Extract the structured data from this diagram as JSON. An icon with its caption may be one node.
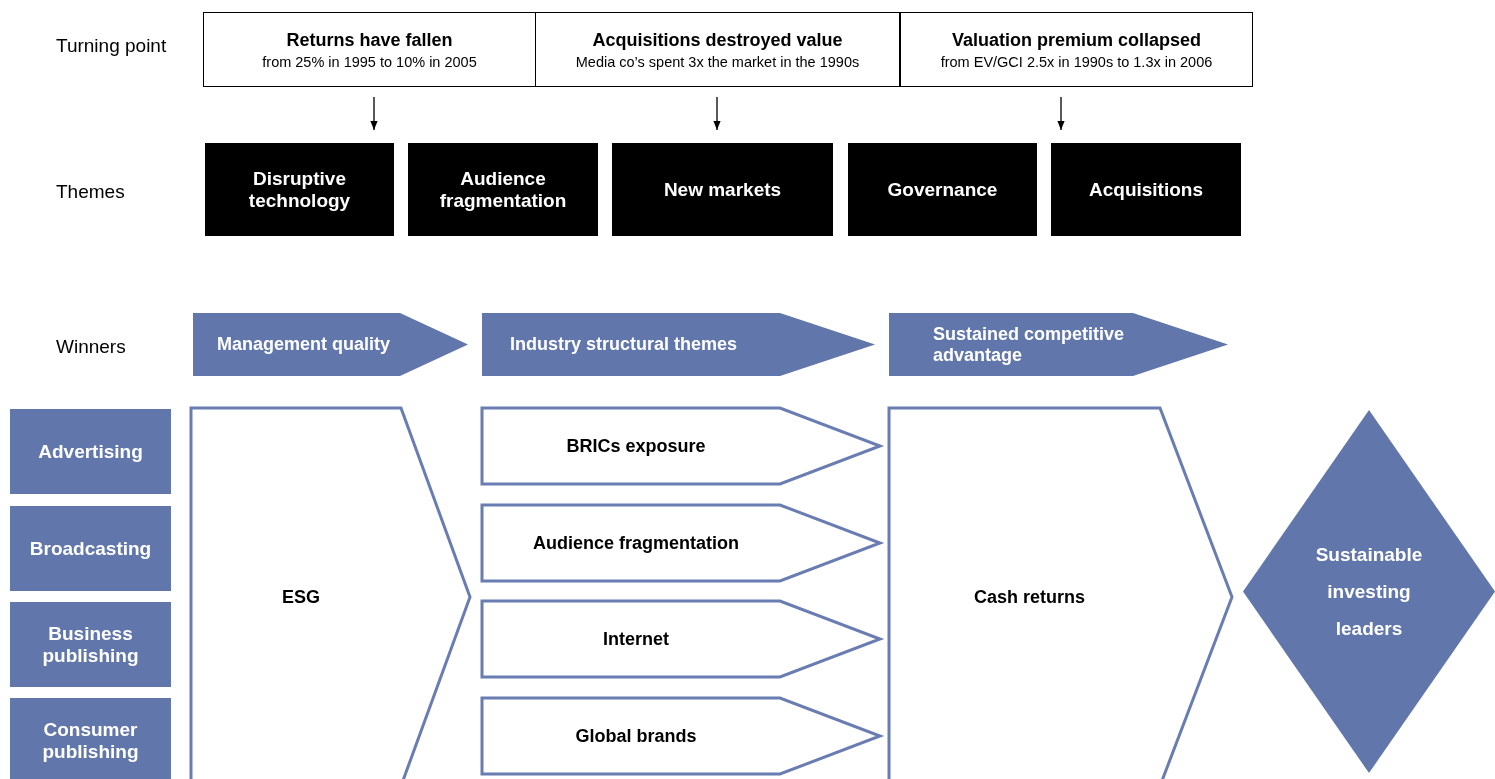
{
  "diagram": {
    "nodes": [
      {
        "text": [
          "Returns have fallen",
          "from 25% in 1995 to 10% in 2005"
        ]
      },
      {
        "text": [
          "Acquisitions destroyed value",
          "Media co’s spent 3x the market in the 1990s"
        ]
      },
      {
        "text": [
          "Valuation premium collapsed",
          "from EV/GCI 2.5x in 1990s to 1.3x in 2006"
        ]
      },
      {
        "text": [
          "Disruptive technology"
        ]
      },
      {
        "text": [
          "Audience fragmentation"
        ]
      },
      {
        "text": [
          "New markets"
        ]
      },
      {
        "text": [
          "Governance"
        ]
      },
      {
        "text": [
          "Acquisitions"
        ]
      },
      {
        "text": [
          "Management quality"
        ]
      },
      {
        "text": [
          "Industry structural themes"
        ]
      },
      {
        "text": [
          "Sustained competitive advantage"
        ]
      },
      {
        "text": [
          "Advertising"
        ]
      },
      {
        "text": [
          "Broadcasting"
        ]
      },
      {
        "text": [
          "Business publishing"
        ]
      },
      {
        "text": [
          "Consumer publishing"
        ]
      },
      {
        "text": [
          "ESG"
        ]
      },
      {
        "text": [
          "BRICs exposure"
        ]
      },
      {
        "text": [
          "Audience fragmentation"
        ]
      },
      {
        "text": [
          "Internet"
        ]
      },
      {
        "text": [
          "Global brands"
        ]
      },
      {
        "text": [
          "Cash returns"
        ]
      },
      {
        "text": [
          "Sustainable investing leaders"
        ]
      }
    ],
    "edges": [
      {
        "from": 0,
        "to": 3,
        "arrow": "to"
      },
      {
        "from": 1,
        "to": 5,
        "arrow": "to"
      },
      {
        "from": 2,
        "to": 7,
        "arrow": "to"
      }
    ],
    "labels": [
      "Turning point",
      "Themes",
      "Winners"
    ]
  }
}
